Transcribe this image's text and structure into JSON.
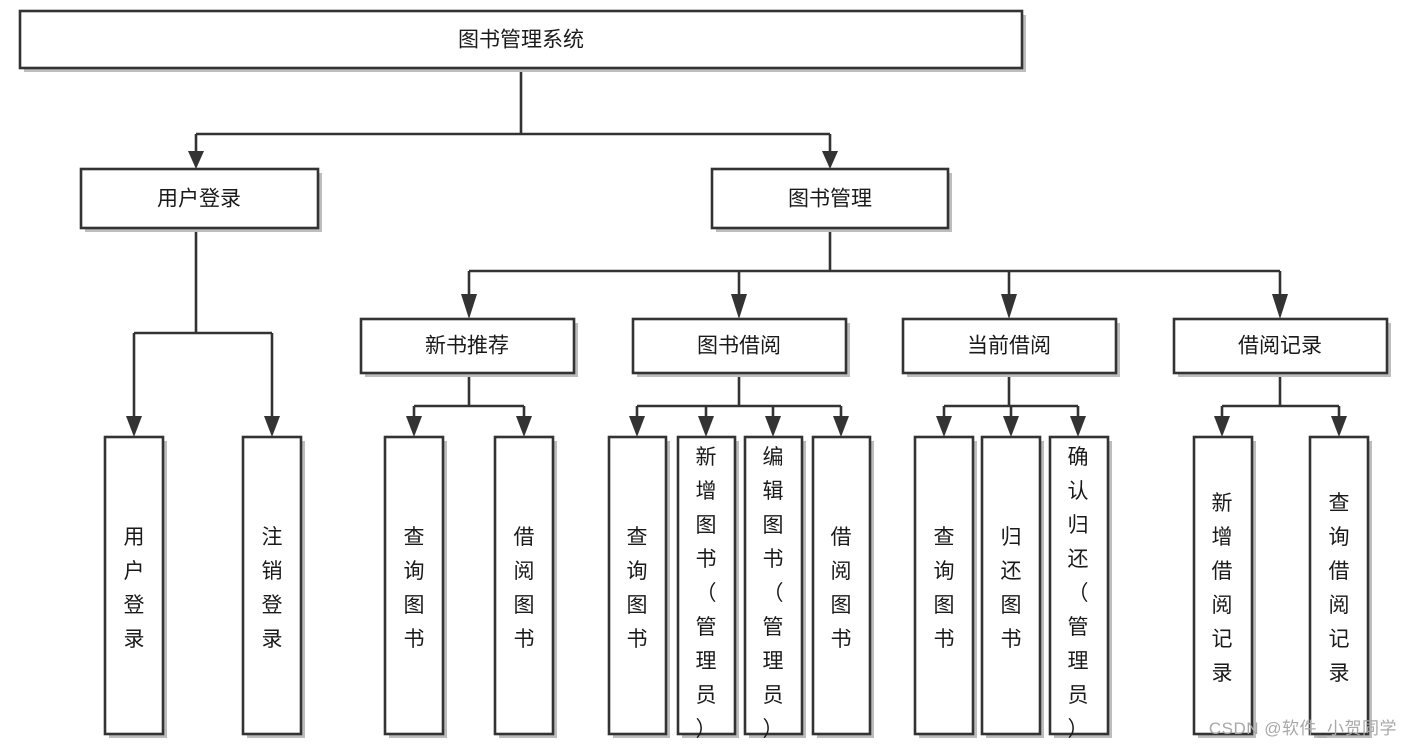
{
  "diagram": {
    "type": "tree-hierarchy",
    "title": "图书管理系统",
    "watermark": "CSDN @软件_小贺同学",
    "colors": {
      "box_stroke": "#333333",
      "box_fill": "#ffffff",
      "connector": "#333333",
      "text": "#1a1a1a",
      "watermark": "#a8a8a8",
      "background": "#ffffff"
    },
    "root": {
      "label": "图书管理系统"
    },
    "level2": [
      {
        "label": "用户登录"
      },
      {
        "label": "图书管理"
      }
    ],
    "level3": [
      {
        "label": "新书推荐"
      },
      {
        "label": "图书借阅"
      },
      {
        "label": "当前借阅"
      },
      {
        "label": "借阅记录"
      }
    ],
    "leaves": {
      "user_login": [
        {
          "label": "用户登录"
        },
        {
          "label": "注销登录"
        }
      ],
      "new_book_recommend": [
        {
          "label": "查询图书"
        },
        {
          "label": "借阅图书"
        }
      ],
      "book_borrow": [
        {
          "label": "查询图书"
        },
        {
          "label": "新增图书（管理员）"
        },
        {
          "label": "编辑图书（管理员）"
        },
        {
          "label": "借阅图书"
        }
      ],
      "current_borrow": [
        {
          "label": "查询图书"
        },
        {
          "label": "归还图书"
        },
        {
          "label": "确认归还（管理员）"
        }
      ],
      "borrow_record": [
        {
          "label": "新增借阅记录"
        },
        {
          "label": "查询借阅记录"
        }
      ]
    }
  }
}
